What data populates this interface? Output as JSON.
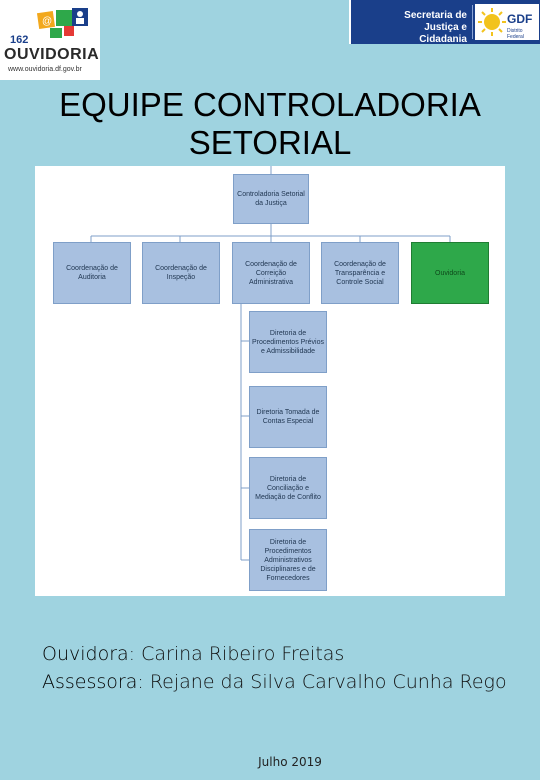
{
  "header": {
    "logo": {
      "number": "162",
      "brand": "OUVIDORIA",
      "url": "www.ouvidoria.df.gov.br",
      "colors": [
        "#f2a81d",
        "#2ea84a",
        "#1a3f8a",
        "#e53935"
      ]
    },
    "government": {
      "secretariat_line1": "Secretaria de",
      "secretariat_line2": "Justiça e Cidadania",
      "gdf": "GDF",
      "gdf_sub": "Distrito Federal",
      "banner_color": "#1a3f8a"
    }
  },
  "title_line1": "EQUIPE CONTROLADORIA",
  "title_line2": "SETORIAL",
  "org_chart": {
    "root": "Controladoria Setorial da Justiça",
    "units": [
      "Coordenação de Auditoria",
      "Coordenação de Inspeção",
      "Coordenação de Correição Administrativa",
      "Coordenação de Transparência e Controle Social",
      "Ouvidoria"
    ],
    "subunits": [
      "Diretoria de Procedimentos Prévios e Admissibilidade",
      "Diretoria Tomada de Contas Especial",
      "Diretoria de Conciliação e Mediação de Conflito",
      "Diretoria de Procedimentos Administrativos Disciplinares e de Fornecedores"
    ],
    "highlight_color": "#2ea84a",
    "box_color": "#a8c0e0"
  },
  "staff": [
    {
      "role": "Ouvidora",
      "name": "Carina Ribeiro Freitas"
    },
    {
      "role": "Assessora",
      "name": "Rejane da Silva Carvalho Cunha Rego"
    }
  ],
  "date": "Julho 2019"
}
